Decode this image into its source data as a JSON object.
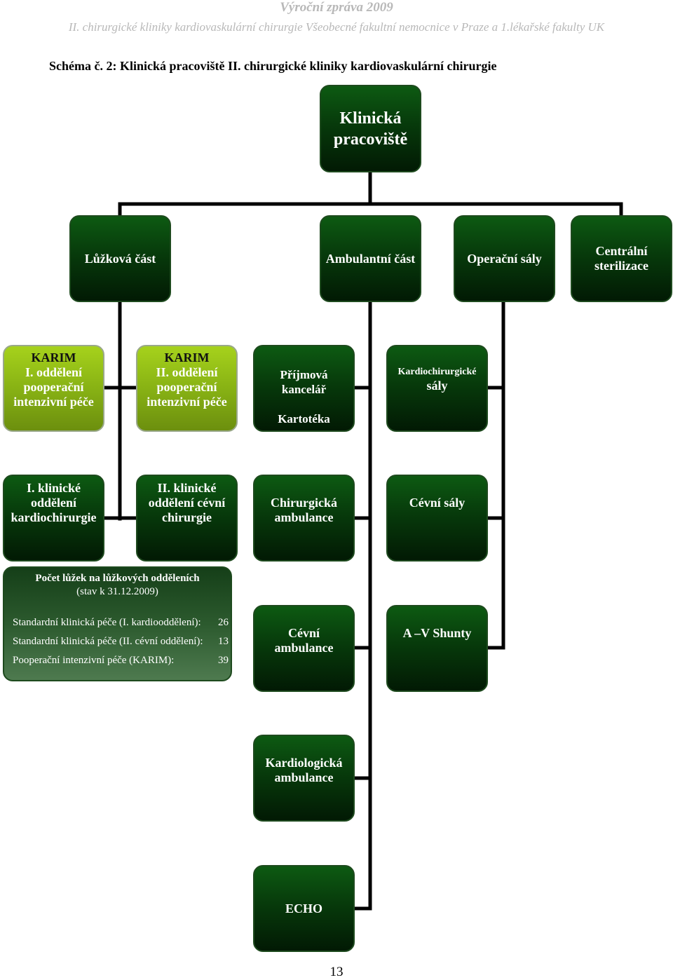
{
  "header": {
    "title": "Výroční zpráva 2009",
    "subtitle": "II. chirurgické kliniky kardiovaskulární chirurgie Všeobecné fakultní nemocnice v Praze a 1.lékařské fakulty UK"
  },
  "caption": "Schéma č. 2: Klinická pracoviště II. chirurgické kliniky kardiovaskulární chirurgie",
  "root": [
    "Klinická",
    "pracoviště"
  ],
  "level1": {
    "luzkova": "Lůžková část",
    "ambulantni": "Ambulantní část",
    "operacni": "Operační sály",
    "centralni": [
      "Centrální",
      "sterilizace"
    ]
  },
  "karim1": {
    "karim": "KARIM",
    "desc": [
      "I. oddělení",
      "pooperační",
      "intenzivní péče"
    ]
  },
  "karim2": {
    "karim": "KARIM",
    "desc": [
      "II. oddělení",
      "pooperační",
      "intenzivní péče"
    ]
  },
  "prijmova": {
    "line1": "Příjmová",
    "line2": "kancelář",
    "line3": "Kartotéka"
  },
  "kardiochirurgicke": {
    "line1": "Kardiochirurgické",
    "line2": "sály"
  },
  "klin1": [
    "I. klinické",
    "oddělení",
    "kardiochirurgie"
  ],
  "klin2": [
    "II. klinické",
    "oddělení cévní",
    "chirurgie"
  ],
  "chirurgicka_ambulance": [
    "Chirurgická",
    "ambulance"
  ],
  "cevni_saly": "Cévní sály",
  "cevni_ambulance": [
    "Cévní",
    "ambulance"
  ],
  "av_shunty": "A –V Shunty",
  "kardiologicka_ambulance": [
    "Kardiologická",
    "ambulance"
  ],
  "echo": "ECHO",
  "beds": {
    "title": "Počet lůžek na lůžkových odděleních",
    "subtitle": "(stav k 31.12.2009)",
    "rows": [
      {
        "label": "Standardní klinická péče (I. kardiooddělení):",
        "value": "26"
      },
      {
        "label": "Standardní klinická péče (II. cévní oddělení):",
        "value": "13"
      },
      {
        "label": "Pooperační intenzivní péče (KARIM):",
        "value": "39"
      }
    ]
  },
  "page_number": "13"
}
